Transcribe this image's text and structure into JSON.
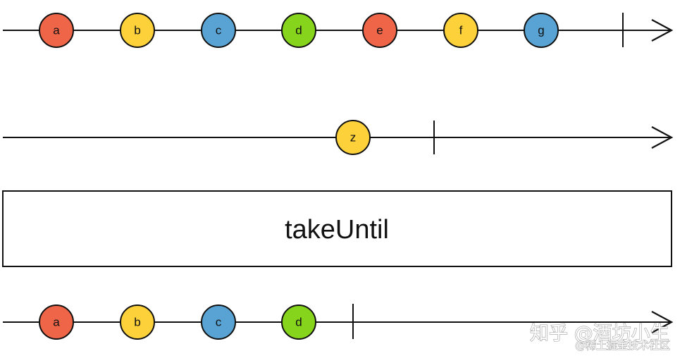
{
  "operator": {
    "label": "takeUntil"
  },
  "colors": {
    "red": "#ef6548",
    "yellow": "#fdd13a",
    "blue": "#58a3d3",
    "green": "#86d41b",
    "line": "#111111"
  },
  "source": {
    "marbles": [
      {
        "label": "a",
        "color": "red"
      },
      {
        "label": "b",
        "color": "yellow"
      },
      {
        "label": "c",
        "color": "blue"
      },
      {
        "label": "d",
        "color": "green"
      },
      {
        "label": "e",
        "color": "red"
      },
      {
        "label": "f",
        "color": "yellow"
      },
      {
        "label": "g",
        "color": "blue"
      }
    ],
    "completes": true
  },
  "notifier": {
    "marbles": [
      {
        "label": "z",
        "color": "yellow"
      }
    ],
    "completes": true
  },
  "output": {
    "marbles": [
      {
        "label": "a",
        "color": "red"
      },
      {
        "label": "b",
        "color": "yellow"
      },
      {
        "label": "c",
        "color": "blue"
      },
      {
        "label": "d",
        "color": "green"
      }
    ],
    "completes": true
  },
  "watermark": {
    "main": "知乎 @酒坊小生",
    "sub": "@稀土掘金技术社区"
  }
}
